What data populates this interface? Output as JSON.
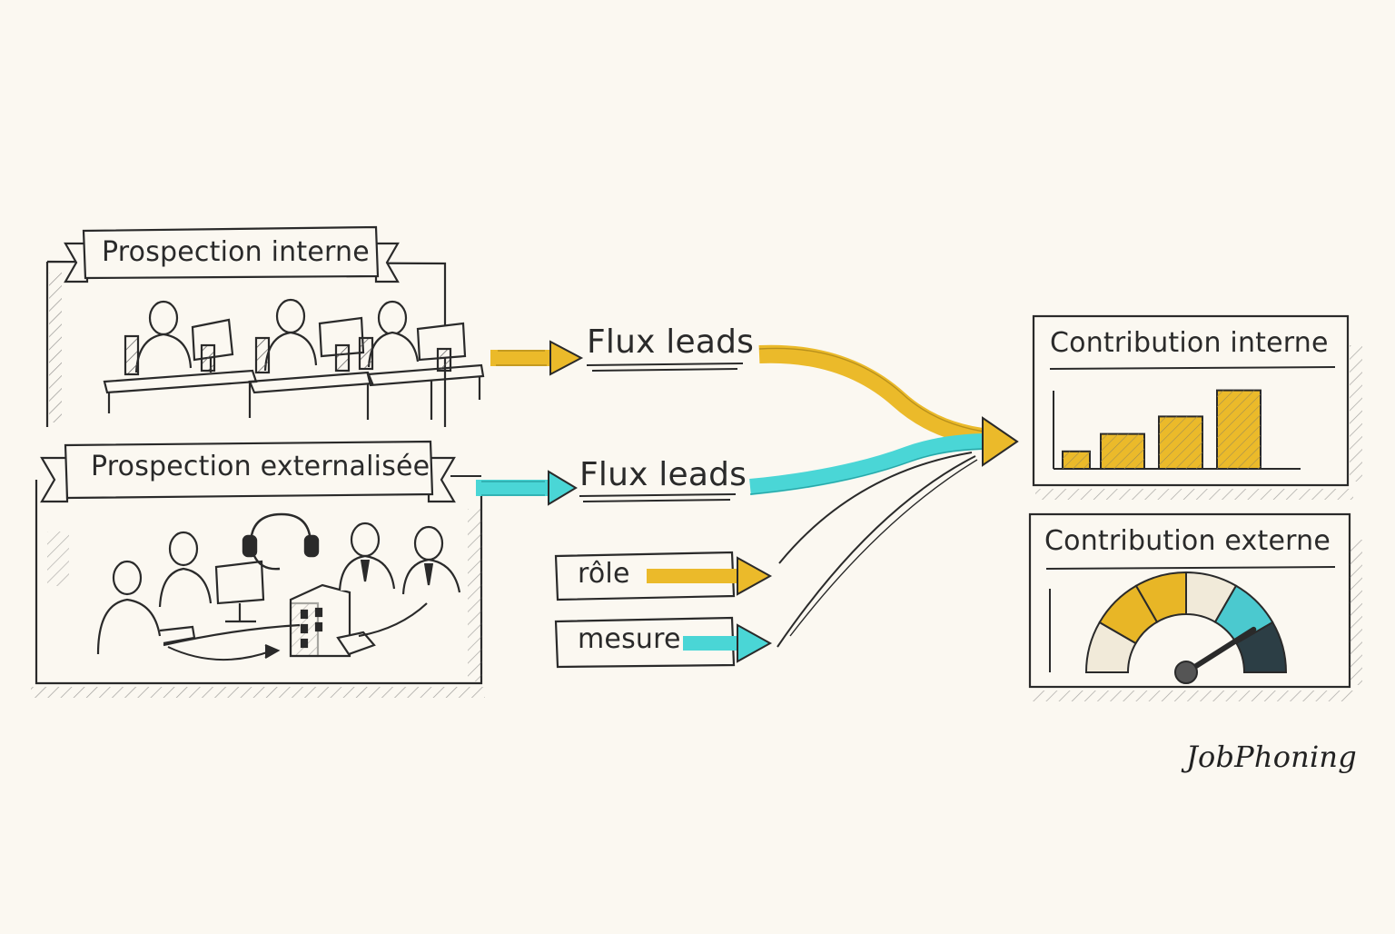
{
  "sources": {
    "internal": {
      "title": "Prospection interne"
    },
    "external": {
      "title": "Prospection externalisée"
    }
  },
  "flows": {
    "internal_label": "Flux leads",
    "external_label": "Flux leads",
    "role_label": "rôle",
    "measure_label": "mesure"
  },
  "outputs": {
    "internal_panel": {
      "title": "Contribution interne"
    },
    "external_panel": {
      "title": "Contribution externe"
    }
  },
  "chart_data": {
    "type": "bar",
    "categories": [
      "",
      "",
      "",
      ""
    ],
    "values": [
      1,
      2,
      3,
      4.5
    ],
    "ylim": [
      0,
      5
    ],
    "grid": false
  },
  "gauge": {
    "level": 0.82,
    "segment_colors": [
      "#f1ead9",
      "#e8b626",
      "#e8b626",
      "#f1ead9",
      "#4bc9cf",
      "#2c3e45"
    ]
  },
  "colors": {
    "internal_flow": "#ebba2a",
    "external_flow": "#4ad6d6",
    "ink": "#2a2a2a",
    "background": "#fbf8f1"
  },
  "brand": {
    "name": "JobPhoning"
  }
}
